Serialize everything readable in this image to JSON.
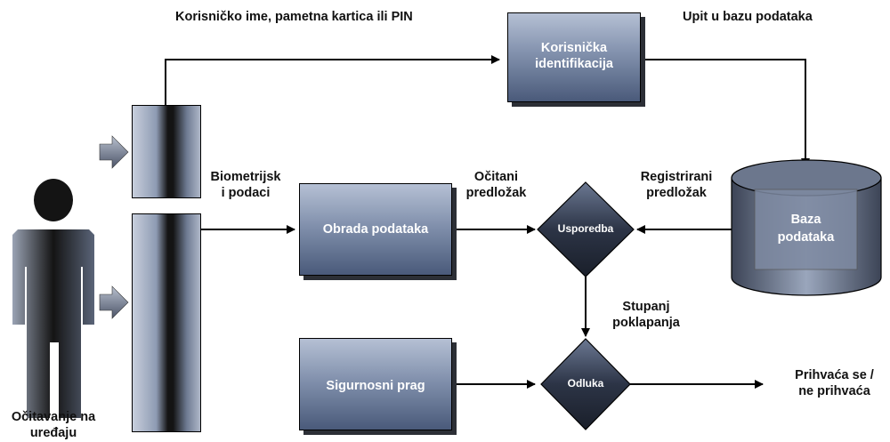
{
  "labels": {
    "user_id_input": "Korisničko ime, pametna kartica ili PIN",
    "db_query": "Upit u bazu podataka",
    "biometric_line1": "Biometrijsk",
    "biometric_line2": "i podaci",
    "read_template_line1": "Očitani",
    "read_template_line2": "predložak",
    "registered_template_line1": "Registrirani",
    "registered_template_line2": "predložak",
    "match_degree_line1": "Stupanj",
    "match_degree_line2": "poklapanja",
    "result_line1": "Prihvaća se /",
    "result_line2": "ne prihvaća",
    "device_reading_line1": "Očitavanje na",
    "device_reading_line2": "uređaju"
  },
  "nodes": {
    "user_identification_line1": "Korisnička",
    "user_identification_line2": "identifikacija",
    "data_processing": "Obrada podataka",
    "comparison": "Usporedba",
    "database_line1": "Baza",
    "database_line2": "podataka",
    "security_threshold": "Sigurnosni prag",
    "decision": "Odluka"
  }
}
